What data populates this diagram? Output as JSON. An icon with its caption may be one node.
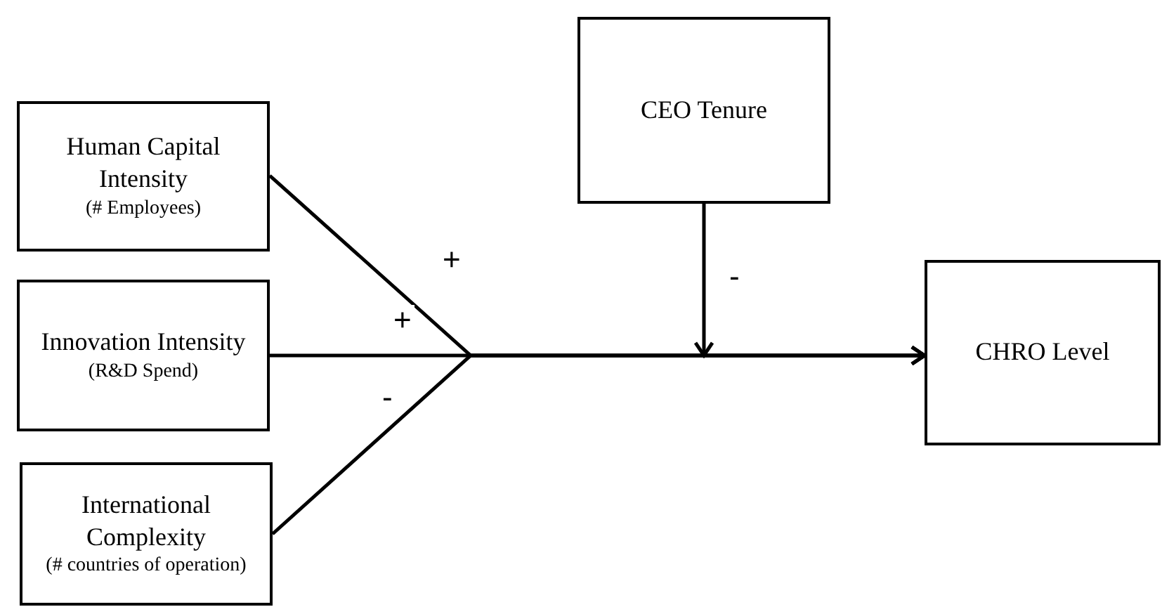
{
  "diagram": {
    "nodes": [
      {
        "text": [
          "Human Capital Intensity",
          "(# Employees)"
        ]
      },
      {
        "text": [
          "Innovation Intensity",
          "(R&D Spend)"
        ]
      },
      {
        "text": [
          "International Complexity",
          "(# countries of operation)"
        ]
      },
      {
        "text": [
          "CEO Tenure"
        ]
      },
      {
        "text": [
          "CHRO Level"
        ]
      }
    ],
    "edges": [
      {
        "from": 0,
        "to": 4,
        "arrow": "to",
        "label": "+"
      },
      {
        "from": 1,
        "to": 4,
        "arrow": "to",
        "label": "+"
      },
      {
        "from": 2,
        "to": 4,
        "arrow": "to",
        "label": "-"
      },
      {
        "from": 3,
        "to": null,
        "arrow": "to",
        "label": "-"
      }
    ]
  }
}
